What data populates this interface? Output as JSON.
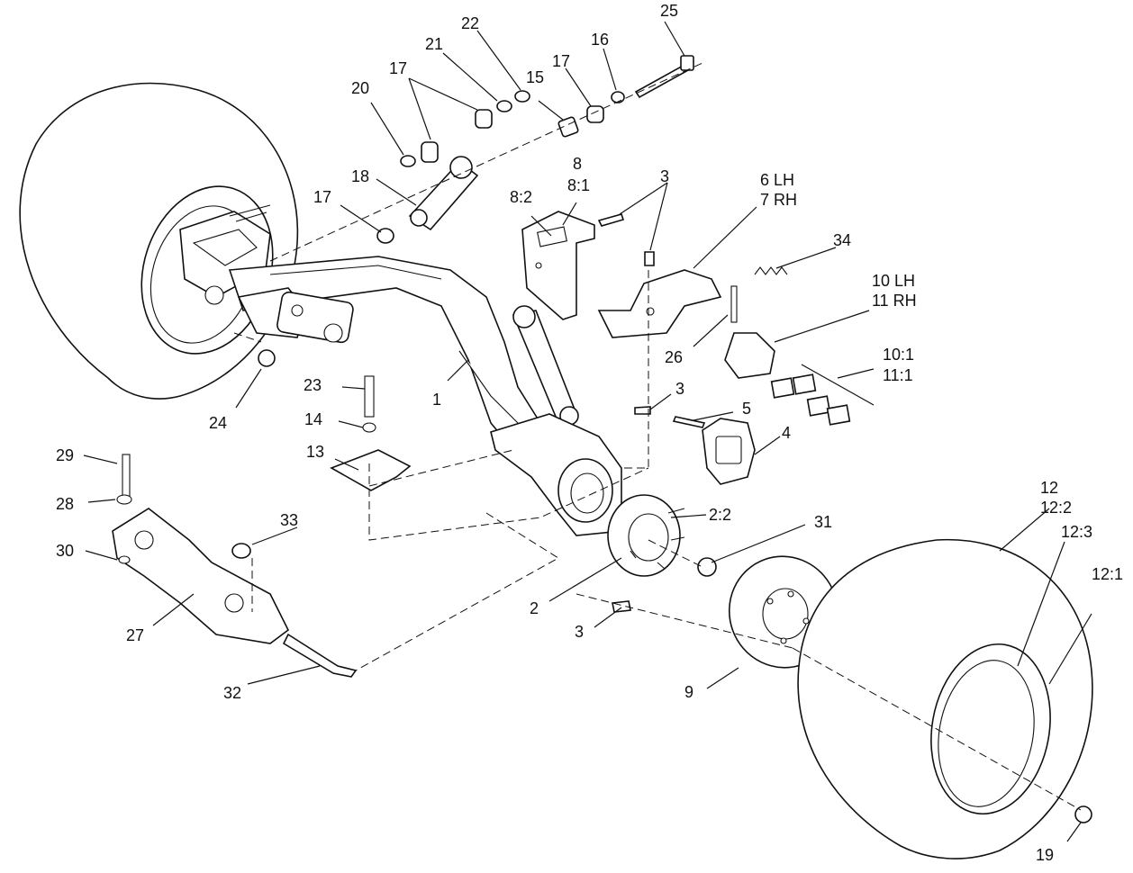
{
  "callouts": [
    {
      "id": "c1",
      "text": "1"
    },
    {
      "id": "c2",
      "text": "2"
    },
    {
      "id": "c2-2",
      "text": "2:2"
    },
    {
      "id": "c3a",
      "text": "3"
    },
    {
      "id": "c3b",
      "text": "3"
    },
    {
      "id": "c3c",
      "text": "3"
    },
    {
      "id": "c4",
      "text": "4"
    },
    {
      "id": "c5",
      "text": "5"
    },
    {
      "id": "c6",
      "text": "6 LH"
    },
    {
      "id": "c7",
      "text": "7 RH"
    },
    {
      "id": "c8",
      "text": "8"
    },
    {
      "id": "c8-1",
      "text": "8:1"
    },
    {
      "id": "c8-2",
      "text": "8:2"
    },
    {
      "id": "c9",
      "text": "9"
    },
    {
      "id": "c10",
      "text": "10 LH"
    },
    {
      "id": "c11",
      "text": "11 RH"
    },
    {
      "id": "c10-1",
      "text": "10:1"
    },
    {
      "id": "c11-1",
      "text": "11:1"
    },
    {
      "id": "c12",
      "text": "12"
    },
    {
      "id": "c12-2",
      "text": "12:2"
    },
    {
      "id": "c12-3",
      "text": "12:3"
    },
    {
      "id": "c12-1",
      "text": "12:1"
    },
    {
      "id": "c13",
      "text": "13"
    },
    {
      "id": "c14",
      "text": "14"
    },
    {
      "id": "c15",
      "text": "15"
    },
    {
      "id": "c16",
      "text": "16"
    },
    {
      "id": "c17a",
      "text": "17"
    },
    {
      "id": "c17b",
      "text": "17"
    },
    {
      "id": "c17c",
      "text": "17"
    },
    {
      "id": "c18",
      "text": "18"
    },
    {
      "id": "c19",
      "text": "19"
    },
    {
      "id": "c20",
      "text": "20"
    },
    {
      "id": "c21",
      "text": "21"
    },
    {
      "id": "c22",
      "text": "22"
    },
    {
      "id": "c23",
      "text": "23"
    },
    {
      "id": "c24",
      "text": "24"
    },
    {
      "id": "c25",
      "text": "25"
    },
    {
      "id": "c26",
      "text": "26"
    },
    {
      "id": "c27",
      "text": "27"
    },
    {
      "id": "c28",
      "text": "28"
    },
    {
      "id": "c29",
      "text": "29"
    },
    {
      "id": "c30",
      "text": "30"
    },
    {
      "id": "c31",
      "text": "31"
    },
    {
      "id": "c32",
      "text": "32"
    },
    {
      "id": "c33",
      "text": "33"
    },
    {
      "id": "c34",
      "text": "34"
    }
  ]
}
